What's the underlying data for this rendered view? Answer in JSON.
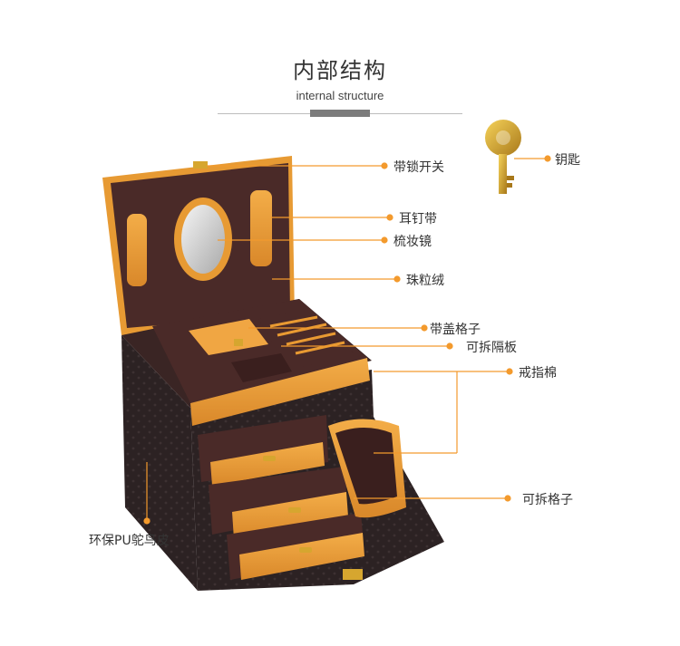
{
  "header": {
    "title": "内部结构",
    "subtitle": "internal structure"
  },
  "colors": {
    "leader": "#f39a2d",
    "leather": "#2c2223",
    "velvet": "#4a2a28",
    "orange": "#e99a32",
    "gold": "#d6a62f"
  },
  "callouts": [
    {
      "id": "lock-switch",
      "label": "带锁开关"
    },
    {
      "id": "key",
      "label": "钥匙"
    },
    {
      "id": "earring-strap",
      "label": "耳钉带"
    },
    {
      "id": "mirror",
      "label": "梳妆镜"
    },
    {
      "id": "velvet-lining",
      "label": "珠粒绒"
    },
    {
      "id": "lidded-compartment",
      "label": "带盖格子"
    },
    {
      "id": "removable-divider",
      "label": "可拆隔板"
    },
    {
      "id": "ring-cushion",
      "label": "戒指棉"
    },
    {
      "id": "removable-compartment",
      "label": "可拆格子"
    },
    {
      "id": "pu-ostrich-leather",
      "label": "环保PU鸵鸟皮"
    }
  ]
}
